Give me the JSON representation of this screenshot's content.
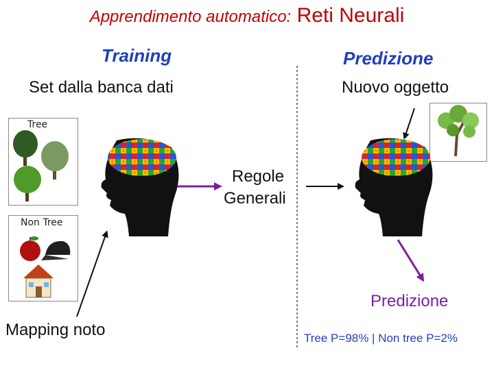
{
  "title": {
    "italic": "Apprendimento automatico:",
    "main": "Reti Neurali"
  },
  "left": {
    "heading": "Training",
    "source_label": "Set dalla banca dati",
    "tree_panel_label": "Tree",
    "nontree_panel_label": "Non Tree",
    "mapping_label": "Mapping noto"
  },
  "center": {
    "rules_line1": "Regole",
    "rules_line2": "Generali"
  },
  "right": {
    "heading": "Predizione",
    "new_object_label": "Nuovo oggetto",
    "prediction_label": "Predizione",
    "result_text": "Tree P=98% | Non tree P=2%"
  },
  "colors": {
    "title": "#c00000",
    "heading": "#1f3fbf",
    "arrow_purple": "#7a1fa2",
    "prediction_text": "#7a1fa2"
  }
}
